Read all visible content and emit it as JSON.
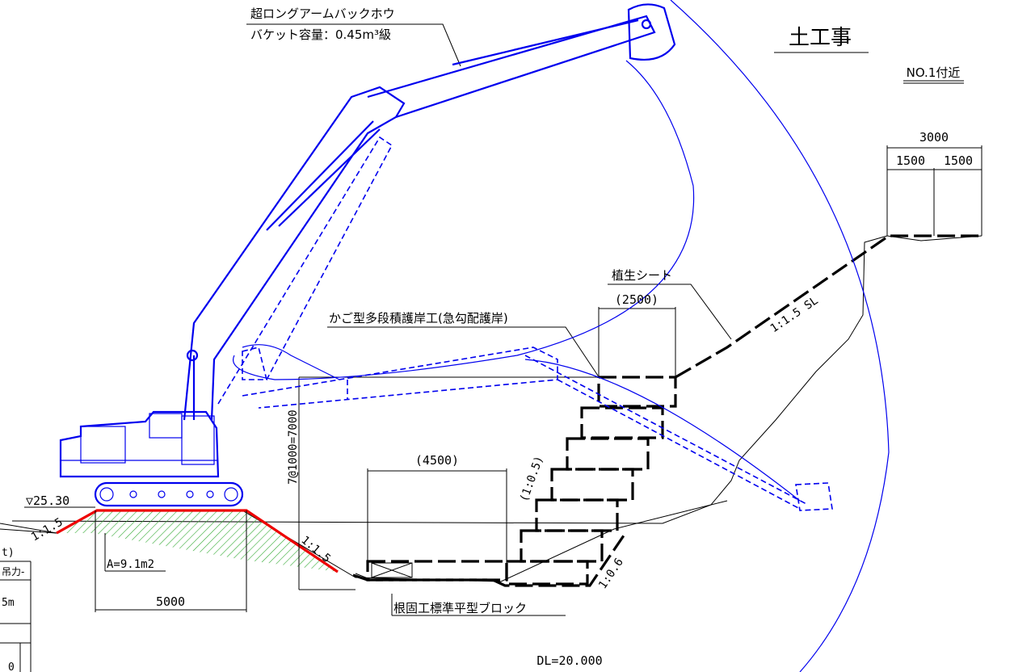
{
  "title": "土工事",
  "location": "NO.1付近",
  "machine": {
    "name": "超ロングアームバックホウ",
    "bucket": "バケット容量：0.45m³級"
  },
  "labels": {
    "vegetation_sheet": "植生シート",
    "slope_top": "1:1.5 SL",
    "revetment": "かご型多段積護岸工(急勾配護岸)",
    "foot_protection": "根固工標準平型ブロック",
    "level_mark": "▽25.30",
    "area": "A=9.1m2",
    "datum": "DL=20.000",
    "height_dim": "7@1000=7000",
    "slope_embank_left": "1:1.5",
    "slope_embank_right": "1:1.5",
    "slope_gabion": "(1:0.5)",
    "slope_base": "1:0.6"
  },
  "dimensions": {
    "top_total": "3000",
    "top_left": "1500",
    "top_right": "1500",
    "gabion_width": "(2500)",
    "base_width": "(4500)",
    "embank_width": "5000"
  },
  "table_fragment": {
    "header_partial": "t)",
    "col_partial": "吊力-",
    "cell_1": "5m",
    "cell_2": "0"
  },
  "colors": {
    "machine": "#0000ee",
    "embankment_edge": "#ee0000",
    "hatch": "#33aa33",
    "structure": "#000000"
  }
}
